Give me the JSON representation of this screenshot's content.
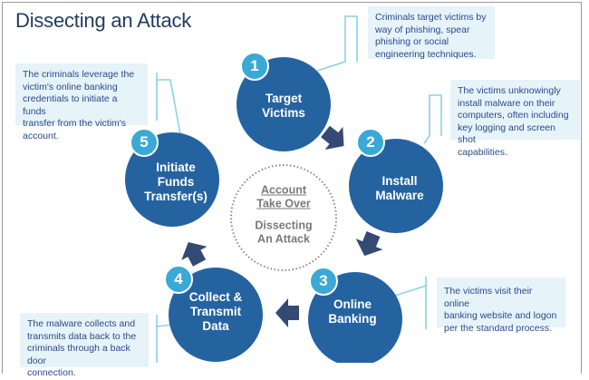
{
  "title": "Dissecting an Attack",
  "colors": {
    "circle": "#2563a0",
    "badge": "#3aa9d6",
    "arrow": "#344a73",
    "connector": "#8cd0ea",
    "callout_bg": "#e6f3f9",
    "callout_text": "#2b4a8c",
    "center_text": "#7a7a7a"
  },
  "center": {
    "heading_line1": "Account",
    "heading_line2": "Take Over",
    "sub_line1": "Dissecting",
    "sub_line2": "An Attack"
  },
  "steps": [
    {
      "number": "1",
      "label_lines": [
        "Target",
        "Victims"
      ],
      "callout_lines": [
        "Criminals target victims by",
        "way of phishing, spear",
        "phishing or social",
        "engineering techniques."
      ]
    },
    {
      "number": "2",
      "label_lines": [
        "Install",
        "Malware"
      ],
      "callout_lines": [
        "The victims unknowingly",
        "install malware on their",
        "computers, often including",
        "key logging and screen shot",
        "capabilities."
      ]
    },
    {
      "number": "3",
      "label_lines": [
        "Online",
        "Banking"
      ],
      "callout_lines": [
        "The victims visit their online",
        "banking website and logon",
        "per the standard process."
      ]
    },
    {
      "number": "4",
      "label_lines": [
        "Collect &",
        "Transmit",
        "Data"
      ],
      "callout_lines": [
        "The malware collects and",
        "transmits data back to the",
        "criminals through a back door",
        "connection."
      ]
    },
    {
      "number": "5",
      "label_lines": [
        "Initiate",
        "Funds",
        "Transfer(s)"
      ],
      "callout_lines": [
        "The criminals leverage the",
        "victim's online banking",
        "credentials to initiate a funds",
        "transfer from the victim's",
        "account."
      ]
    }
  ]
}
